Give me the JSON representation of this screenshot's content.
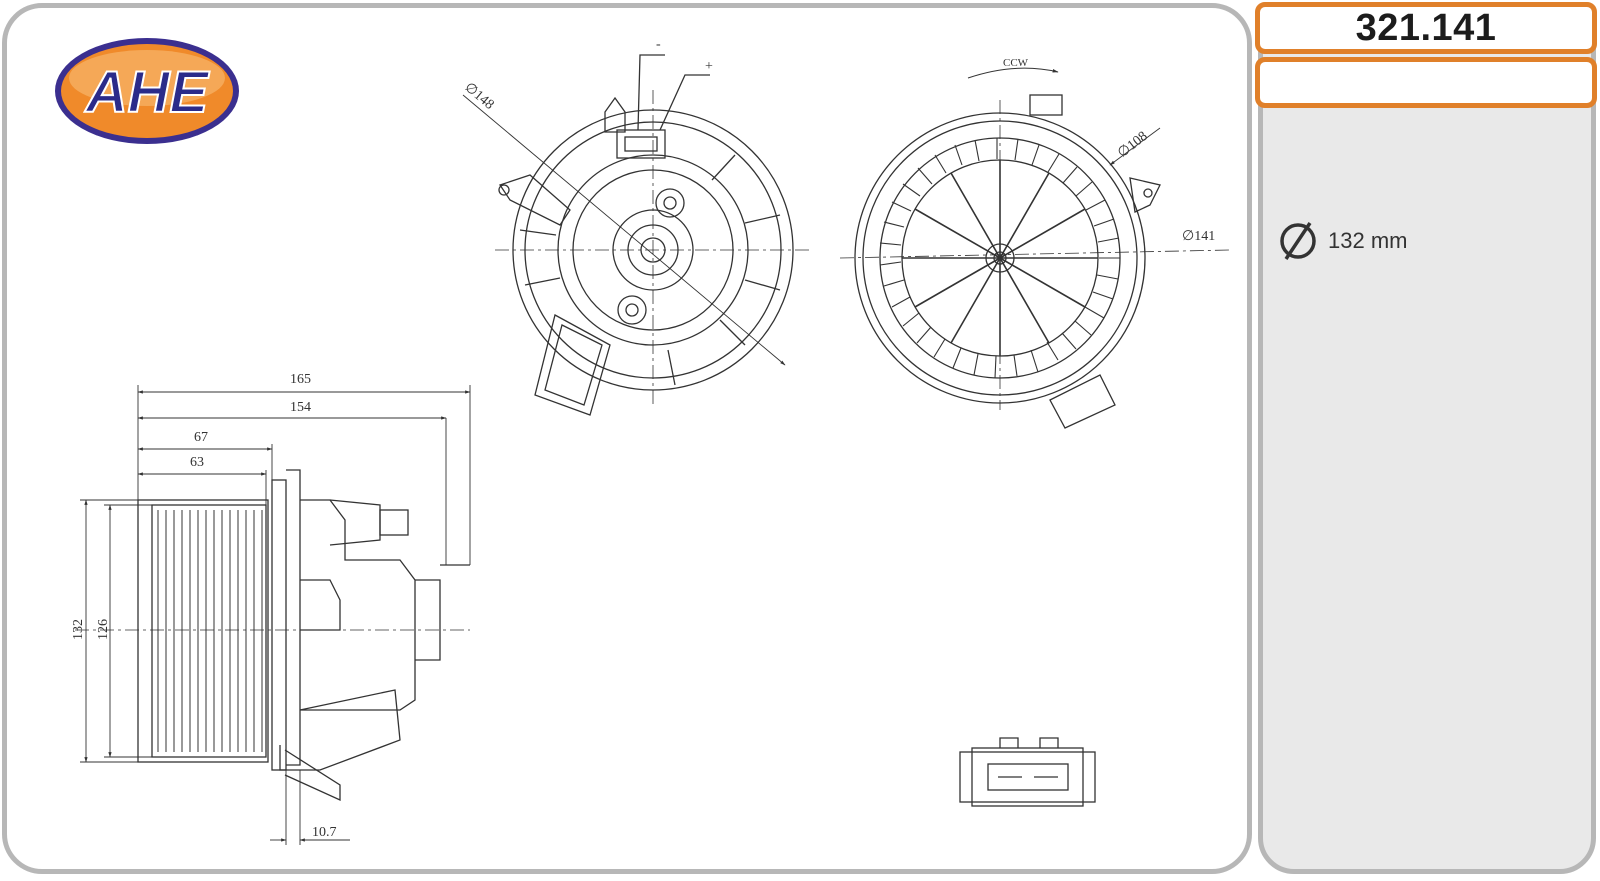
{
  "brand": {
    "logo_text": "AHE",
    "logo_color": "#2b2b8a",
    "logo_bg": "#f08a2a"
  },
  "header": {
    "part_number": "321.141",
    "subtitle": ""
  },
  "specs": {
    "diameter_icon": "diameter-symbol-icon",
    "diameter_value": "132 mm"
  },
  "colors": {
    "accent": "#e0802a",
    "frame": "#b7b7b7",
    "side_bg": "#e9e9e9",
    "line": "#333333"
  },
  "drawing": {
    "front_view": {
      "diameter_label": "∅148",
      "minus_label": "-",
      "plus_label": "+"
    },
    "rear_view": {
      "rotation_label": "CCW",
      "inner_diameter_label": "∅108",
      "outer_diameter_label": "∅141"
    },
    "side_view": {
      "dim_165": "165",
      "dim_154": "154",
      "dim_67": "67",
      "dim_63": "63",
      "dim_132": "132",
      "dim_126": "126",
      "dim_10_7": "10.7"
    }
  }
}
